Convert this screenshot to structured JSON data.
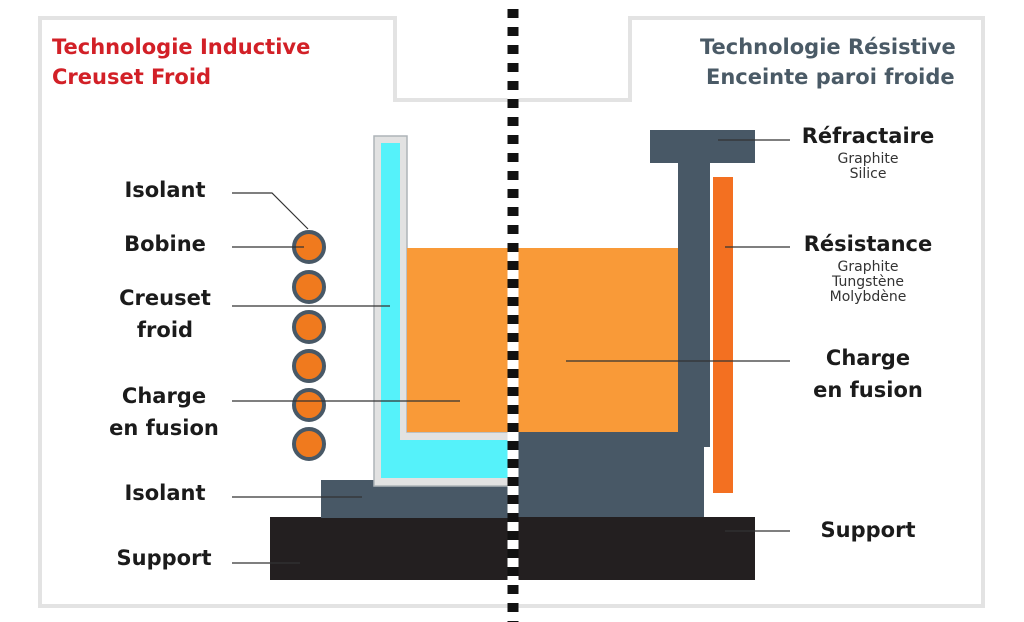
{
  "left_panel": {
    "title_line1": "Technologie Inductive",
    "title_line2": "Creuset Froid",
    "labels": {
      "isolant_top": "Isolant",
      "bobine": "Bobine",
      "creuset_line1": "Creuset",
      "creuset_line2": "froid",
      "charge_line1": "Charge",
      "charge_line2": "en fusion",
      "isolant_bottom": "Isolant",
      "support": "Support"
    }
  },
  "right_panel": {
    "title_line1": "Technologie Résistive",
    "title_line2": "Enceinte paroi froide",
    "labels": {
      "refractaire": "Réfractaire",
      "refractaire_sub1": "Graphite",
      "refractaire_sub2": "Silice",
      "resistance": "Résistance",
      "resistance_sub1": "Graphite",
      "resistance_sub2": "Tungstène",
      "resistance_sub3": "Molybdène",
      "charge_line1": "Charge",
      "charge_line2": "en fusion",
      "support": "Support"
    }
  },
  "colors": {
    "left_title": "#d22027",
    "right_title": "#4a5a66",
    "melt": "#f99a38",
    "coil": "#f07a1e",
    "resistor": "#f37021",
    "crucible": "#55f2fa",
    "insulation": "#485866",
    "support": "#231f20",
    "panel_border": "#e3e3e3"
  }
}
